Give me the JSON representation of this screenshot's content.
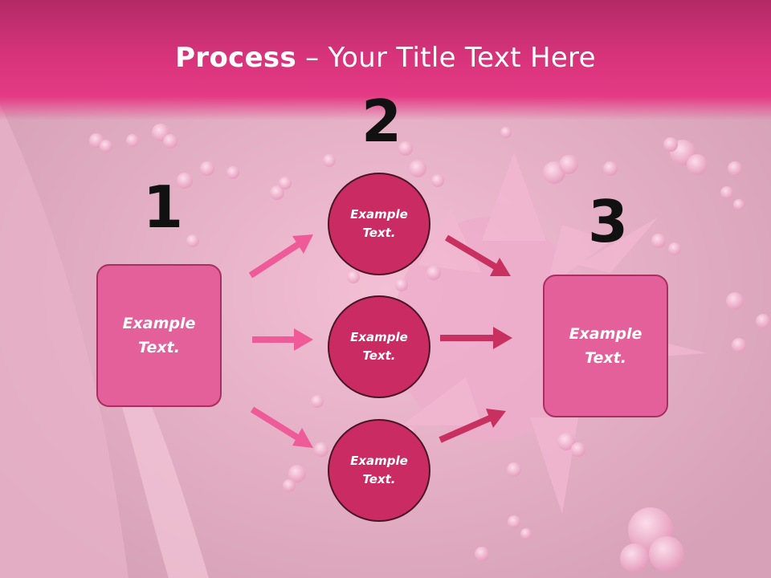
{
  "title": {
    "bold": "Process",
    "rest": " – Your Title Text Here"
  },
  "steps": {
    "one": {
      "number": "1",
      "box_line1": "Example",
      "box_line2": "Text."
    },
    "two": {
      "number": "2",
      "circles": [
        {
          "line1": "Example",
          "line2": "Text."
        },
        {
          "line1": "Example",
          "line2": "Text."
        },
        {
          "line1": "Example",
          "line2": "Text."
        }
      ]
    },
    "three": {
      "number": "3",
      "box_line1": "Example",
      "box_line2": "Text."
    }
  },
  "colors": {
    "header": "#d6337a",
    "box_fill": "#e4609a",
    "circle_fill": "#c92b62",
    "arrow_left": "#ee5b98",
    "arrow_right": "#c8305f"
  }
}
